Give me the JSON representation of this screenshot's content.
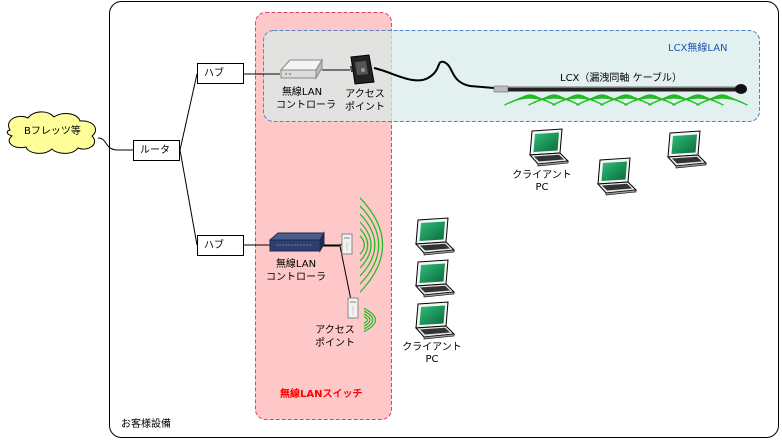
{
  "labels": {
    "bflets": "Bフレッツ等",
    "router": "ルータ",
    "hub_top": "ハブ",
    "hub_bottom": "ハブ",
    "controller_top_line1": "無線LAN",
    "controller_top_line2": "コントローラ",
    "ap_top_line1": "アクセス",
    "ap_top_line2": "ポイント",
    "lcx_area": "LCX無線LAN",
    "lcx_cable": "LCX（漏洩同軸 ケーブル）",
    "client_top_line1": "クライアント",
    "client_top_line2": "PC",
    "controller_bottom_line1": "無線LAN",
    "controller_bottom_line2": "コントローラ",
    "ap_bottom_line1": "アクセス",
    "ap_bottom_line2": "ポイント",
    "client_bottom_line1": "クライアント",
    "client_bottom_line2": "PC",
    "switch_area": "無線LANスイッチ",
    "premises": "お客様設備"
  },
  "colors": {
    "switch_fill": "#ffc8c8",
    "switch_border": "#e0407a",
    "switch_text": "#ff0000",
    "lcx_fill": "#d8ece9",
    "lcx_border": "#4f86c6",
    "lcx_text": "#1a55b0",
    "wave": "#22bb22",
    "cloud": "#ffff99"
  }
}
